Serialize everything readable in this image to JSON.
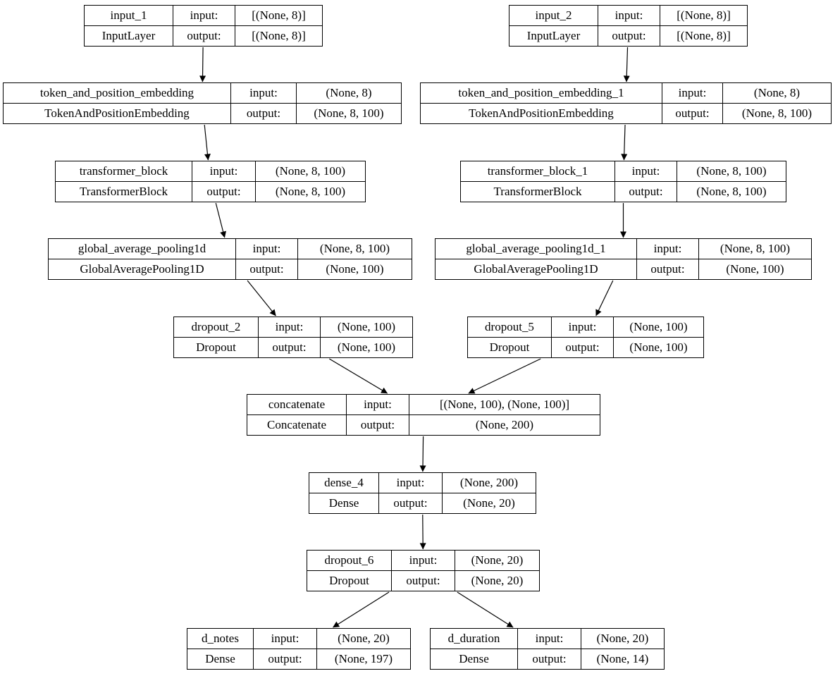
{
  "diagram": {
    "background_color": "#ffffff",
    "node_fill_color": "#ffffff",
    "node_border_color": "#000000",
    "edge_color": "#000000",
    "text_color": "#000000"
  },
  "nodes": [
    {
      "id": "input_1",
      "name": "input_1",
      "class_name": "InputLayer",
      "input_label": "input:",
      "output_label": "output:",
      "input_shape": "[(None, 8)]",
      "output_shape": "[(None, 8)]"
    },
    {
      "id": "token_and_position_embedding",
      "name": "token_and_position_embedding",
      "class_name": "TokenAndPositionEmbedding",
      "input_label": "input:",
      "output_label": "output:",
      "input_shape": "(None, 8)",
      "output_shape": "(None, 8, 100)"
    },
    {
      "id": "transformer_block",
      "name": "transformer_block",
      "class_name": "TransformerBlock",
      "input_label": "input:",
      "output_label": "output:",
      "input_shape": "(None, 8, 100)",
      "output_shape": "(None, 8, 100)"
    },
    {
      "id": "global_average_pooling1d",
      "name": "global_average_pooling1d",
      "class_name": "GlobalAveragePooling1D",
      "input_label": "input:",
      "output_label": "output:",
      "input_shape": "(None, 8, 100)",
      "output_shape": "(None, 100)"
    },
    {
      "id": "dropout_2",
      "name": "dropout_2",
      "class_name": "Dropout",
      "input_label": "input:",
      "output_label": "output:",
      "input_shape": "(None, 100)",
      "output_shape": "(None, 100)"
    },
    {
      "id": "input_2",
      "name": "input_2",
      "class_name": "InputLayer",
      "input_label": "input:",
      "output_label": "output:",
      "input_shape": "[(None, 8)]",
      "output_shape": "[(None, 8)]"
    },
    {
      "id": "token_and_position_embedding_1",
      "name": "token_and_position_embedding_1",
      "class_name": "TokenAndPositionEmbedding",
      "input_label": "input:",
      "output_label": "output:",
      "input_shape": "(None, 8)",
      "output_shape": "(None, 8, 100)"
    },
    {
      "id": "transformer_block_1",
      "name": "transformer_block_1",
      "class_name": "TransformerBlock",
      "input_label": "input:",
      "output_label": "output:",
      "input_shape": "(None, 8, 100)",
      "output_shape": "(None, 8, 100)"
    },
    {
      "id": "global_average_pooling1d_1",
      "name": "global_average_pooling1d_1",
      "class_name": "GlobalAveragePooling1D",
      "input_label": "input:",
      "output_label": "output:",
      "input_shape": "(None, 8, 100)",
      "output_shape": "(None, 100)"
    },
    {
      "id": "dropout_5",
      "name": "dropout_5",
      "class_name": "Dropout",
      "input_label": "input:",
      "output_label": "output:",
      "input_shape": "(None, 100)",
      "output_shape": "(None, 100)"
    },
    {
      "id": "concatenate",
      "name": "concatenate",
      "class_name": "Concatenate",
      "input_label": "input:",
      "output_label": "output:",
      "input_shape": "[(None, 100), (None, 100)]",
      "output_shape": "(None, 200)"
    },
    {
      "id": "dense_4",
      "name": "dense_4",
      "class_name": "Dense",
      "input_label": "input:",
      "output_label": "output:",
      "input_shape": "(None, 200)",
      "output_shape": "(None, 20)"
    },
    {
      "id": "dropout_6",
      "name": "dropout_6",
      "class_name": "Dropout",
      "input_label": "input:",
      "output_label": "output:",
      "input_shape": "(None, 20)",
      "output_shape": "(None, 20)"
    },
    {
      "id": "d_notes",
      "name": "d_notes",
      "class_name": "Dense",
      "input_label": "input:",
      "output_label": "output:",
      "input_shape": "(None, 20)",
      "output_shape": "(None, 197)"
    },
    {
      "id": "d_duration",
      "name": "d_duration",
      "class_name": "Dense",
      "input_label": "input:",
      "output_label": "output:",
      "input_shape": "(None, 20)",
      "output_shape": "(None, 14)"
    }
  ],
  "edges": [
    {
      "from": "input_1",
      "to": "token_and_position_embedding"
    },
    {
      "from": "token_and_position_embedding",
      "to": "transformer_block"
    },
    {
      "from": "transformer_block",
      "to": "global_average_pooling1d"
    },
    {
      "from": "global_average_pooling1d",
      "to": "dropout_2"
    },
    {
      "from": "input_2",
      "to": "token_and_position_embedding_1"
    },
    {
      "from": "token_and_position_embedding_1",
      "to": "transformer_block_1"
    },
    {
      "from": "transformer_block_1",
      "to": "global_average_pooling1d_1"
    },
    {
      "from": "global_average_pooling1d_1",
      "to": "dropout_5"
    },
    {
      "from": "dropout_2",
      "to": "concatenate"
    },
    {
      "from": "dropout_5",
      "to": "concatenate"
    },
    {
      "from": "concatenate",
      "to": "dense_4"
    },
    {
      "from": "dense_4",
      "to": "dropout_6"
    },
    {
      "from": "dropout_6",
      "to": "d_notes"
    },
    {
      "from": "dropout_6",
      "to": "d_duration"
    }
  ]
}
